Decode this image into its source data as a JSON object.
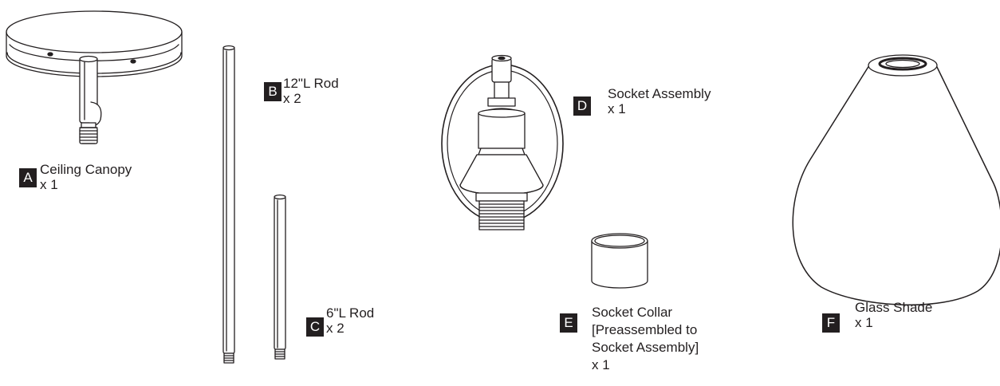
{
  "parts": [
    {
      "letter": "A",
      "name": "Ceiling Canopy",
      "qty": "x 1"
    },
    {
      "letter": "B",
      "name": "12\"L Rod",
      "qty": "x 2"
    },
    {
      "letter": "C",
      "name": "6\"L Rod",
      "qty": "x 2"
    },
    {
      "letter": "D",
      "name": "Socket Assembly",
      "qty": "x 1"
    },
    {
      "letter": "E",
      "name_lines": [
        "Socket Collar",
        "[Preassembled to",
        "Socket Assembly]"
      ],
      "qty": "x 1"
    },
    {
      "letter": "F",
      "name": "Glass Shade",
      "qty": "x 1"
    }
  ],
  "colors": {
    "ink": "#231f20",
    "badge_text": "#ffffff",
    "background": "#ffffff"
  }
}
